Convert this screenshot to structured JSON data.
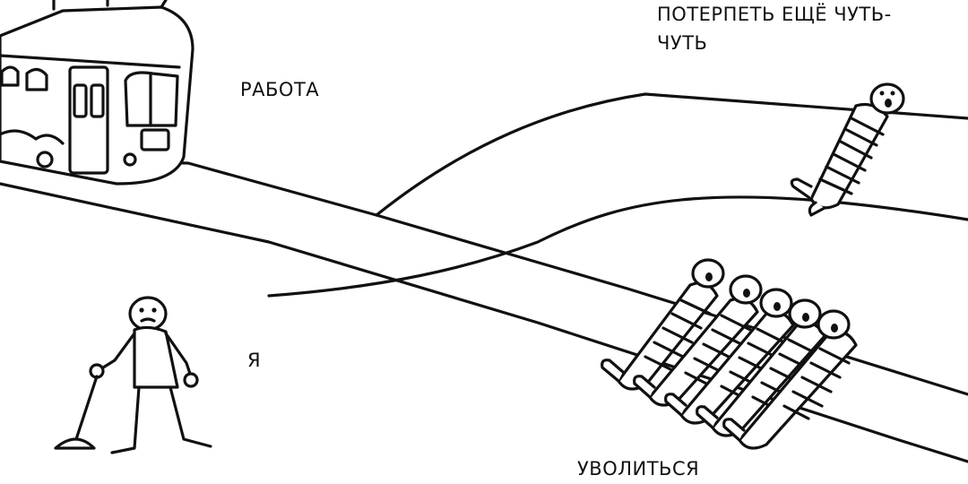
{
  "labels": {
    "work": "РАБОТА",
    "endure_line1": "ПОТЕРПЕТЬ ЕЩЁ ЧУТЬ-",
    "endure_line2": "ЧУТЬ",
    "me": "Я",
    "quit": "УВОЛИТЬСЯ"
  },
  "colors": {
    "ink": "#111111",
    "background": "#ffffff"
  }
}
